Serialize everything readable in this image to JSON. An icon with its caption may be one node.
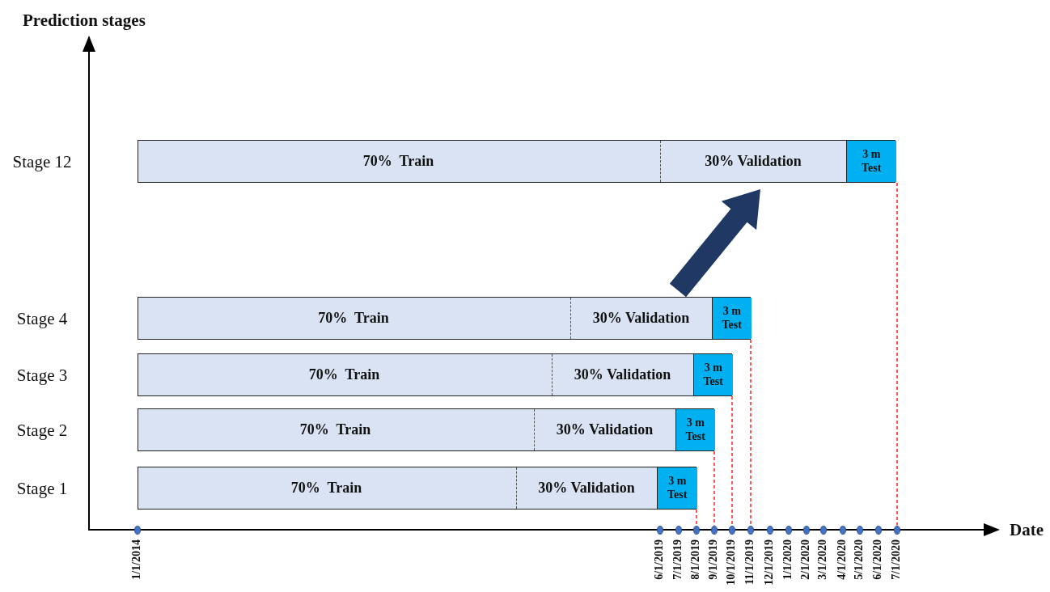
{
  "diagram": {
    "nodes": [
      {
        "text": [
          "Stage 12"
        ]
      },
      {
        "text": [
          "70%  Train"
        ],
        "in": 0
      },
      {
        "text": [
          "30% Validation"
        ],
        "in": 0
      },
      {
        "text": [
          "3 m Test"
        ],
        "in": 0
      },
      {
        "text": [
          "Stage 4"
        ]
      },
      {
        "text": [
          "70%  Train"
        ],
        "in": 4
      },
      {
        "text": [
          "30% Validation"
        ],
        "in": 4
      },
      {
        "text": [
          "3 m Test"
        ],
        "in": 4
      },
      {
        "text": [
          "Stage 3"
        ]
      },
      {
        "text": [
          "70%  Train"
        ],
        "in": 8
      },
      {
        "text": [
          "30% Validation"
        ],
        "in": 8
      },
      {
        "text": [
          "3 m Test"
        ],
        "in": 8
      },
      {
        "text": [
          "Stage 2"
        ]
      },
      {
        "text": [
          "70%  Train"
        ],
        "in": 12
      },
      {
        "text": [
          "30% Validation"
        ],
        "in": 12
      },
      {
        "text": [
          "3 m Test"
        ],
        "in": 12
      },
      {
        "text": [
          "Stage 1"
        ]
      },
      {
        "text": [
          "70%  Train"
        ],
        "in": 16
      },
      {
        "text": [
          "30% Validation"
        ],
        "in": 16
      },
      {
        "text": [
          "3 m Test"
        ],
        "in": 16
      },
      {
        "text": [],
        "shape": "circle",
        "beside": [
          "1/1/2014"
        ]
      },
      {
        "text": [],
        "shape": "circle",
        "beside": [
          "6/1/2019"
        ]
      },
      {
        "text": [],
        "shape": "circle",
        "beside": [
          "7/1/2019"
        ]
      },
      {
        "text": [],
        "shape": "circle",
        "beside": [
          "8/1/2019"
        ]
      },
      {
        "text": [],
        "shape": "circle",
        "beside": [
          "9/1/2019"
        ]
      },
      {
        "text": [],
        "shape": "circle",
        "beside": [
          "10/1/2019"
        ]
      },
      {
        "text": [],
        "shape": "circle",
        "beside": [
          "11/1/2019"
        ]
      },
      {
        "text": [],
        "shape": "circle",
        "beside": [
          "12/1/2019"
        ]
      },
      {
        "text": [],
        "shape": "circle",
        "beside": [
          "1/1/2020"
        ]
      },
      {
        "text": [],
        "shape": "circle",
        "beside": [
          "2/1/2020"
        ]
      },
      {
        "text": [],
        "shape": "circle",
        "beside": [
          "3/1/2020"
        ]
      },
      {
        "text": [],
        "shape": "circle",
        "beside": [
          "4/1/2020"
        ]
      },
      {
        "text": [],
        "shape": "circle",
        "beside": [
          "5/1/2020"
        ]
      },
      {
        "text": [],
        "shape": "circle",
        "beside": [
          "6/1/2020"
        ]
      },
      {
        "text": [],
        "shape": "circle",
        "beside": [
          "7/1/2020"
        ]
      }
    ],
    "edges": [
      {
        "from": 3,
        "to": 34,
        "arrow": "none",
        "style": "dashed",
        "color": "#ff0000"
      },
      {
        "from": 7,
        "to": 26,
        "arrow": "none",
        "style": "dashed",
        "color": "#ff0000"
      },
      {
        "from": 11,
        "to": 25,
        "arrow": "none",
        "style": "dashed",
        "color": "#ff0000"
      },
      {
        "from": 15,
        "to": 24,
        "arrow": "none",
        "style": "dashed",
        "color": "#ff0000"
      },
      {
        "from": 19,
        "to": 23,
        "arrow": "none",
        "style": "dashed",
        "color": "#ff0000"
      },
      {
        "from": 4,
        "to": 0,
        "arrow": "to",
        "style": "thick",
        "color": "#1f3864"
      }
    ],
    "labels": [
      "Prediction stages",
      "Date"
    ]
  }
}
